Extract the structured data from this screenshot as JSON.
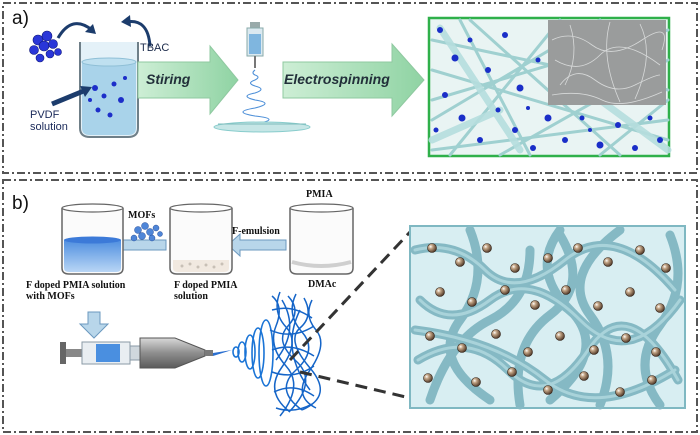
{
  "panel_a": {
    "label": "a)",
    "tbac": "TBAC",
    "pvdf_line1": "PVDF",
    "pvdf_line2": "solution",
    "step1": "Stiring",
    "step2": "Electrospinning"
  },
  "panel_b": {
    "label": "b)",
    "pmia": "PMIA",
    "dmac": "DMAc",
    "mofs": "MOFs",
    "f_emulsion": "F-emulsion",
    "f_doped_line1": "F doped PMIA",
    "f_doped_line2": "solution",
    "f_mofs_line1": "F doped PMIA solution",
    "f_mofs_line2": "with MOFs"
  },
  "colors": {
    "frame_dash": "#555555",
    "arrow_green": "#a9dcb6",
    "fiber": "#8fc9c9",
    "mof_blue": "#1d2ec9",
    "coil_blue": "#1a74d6"
  }
}
